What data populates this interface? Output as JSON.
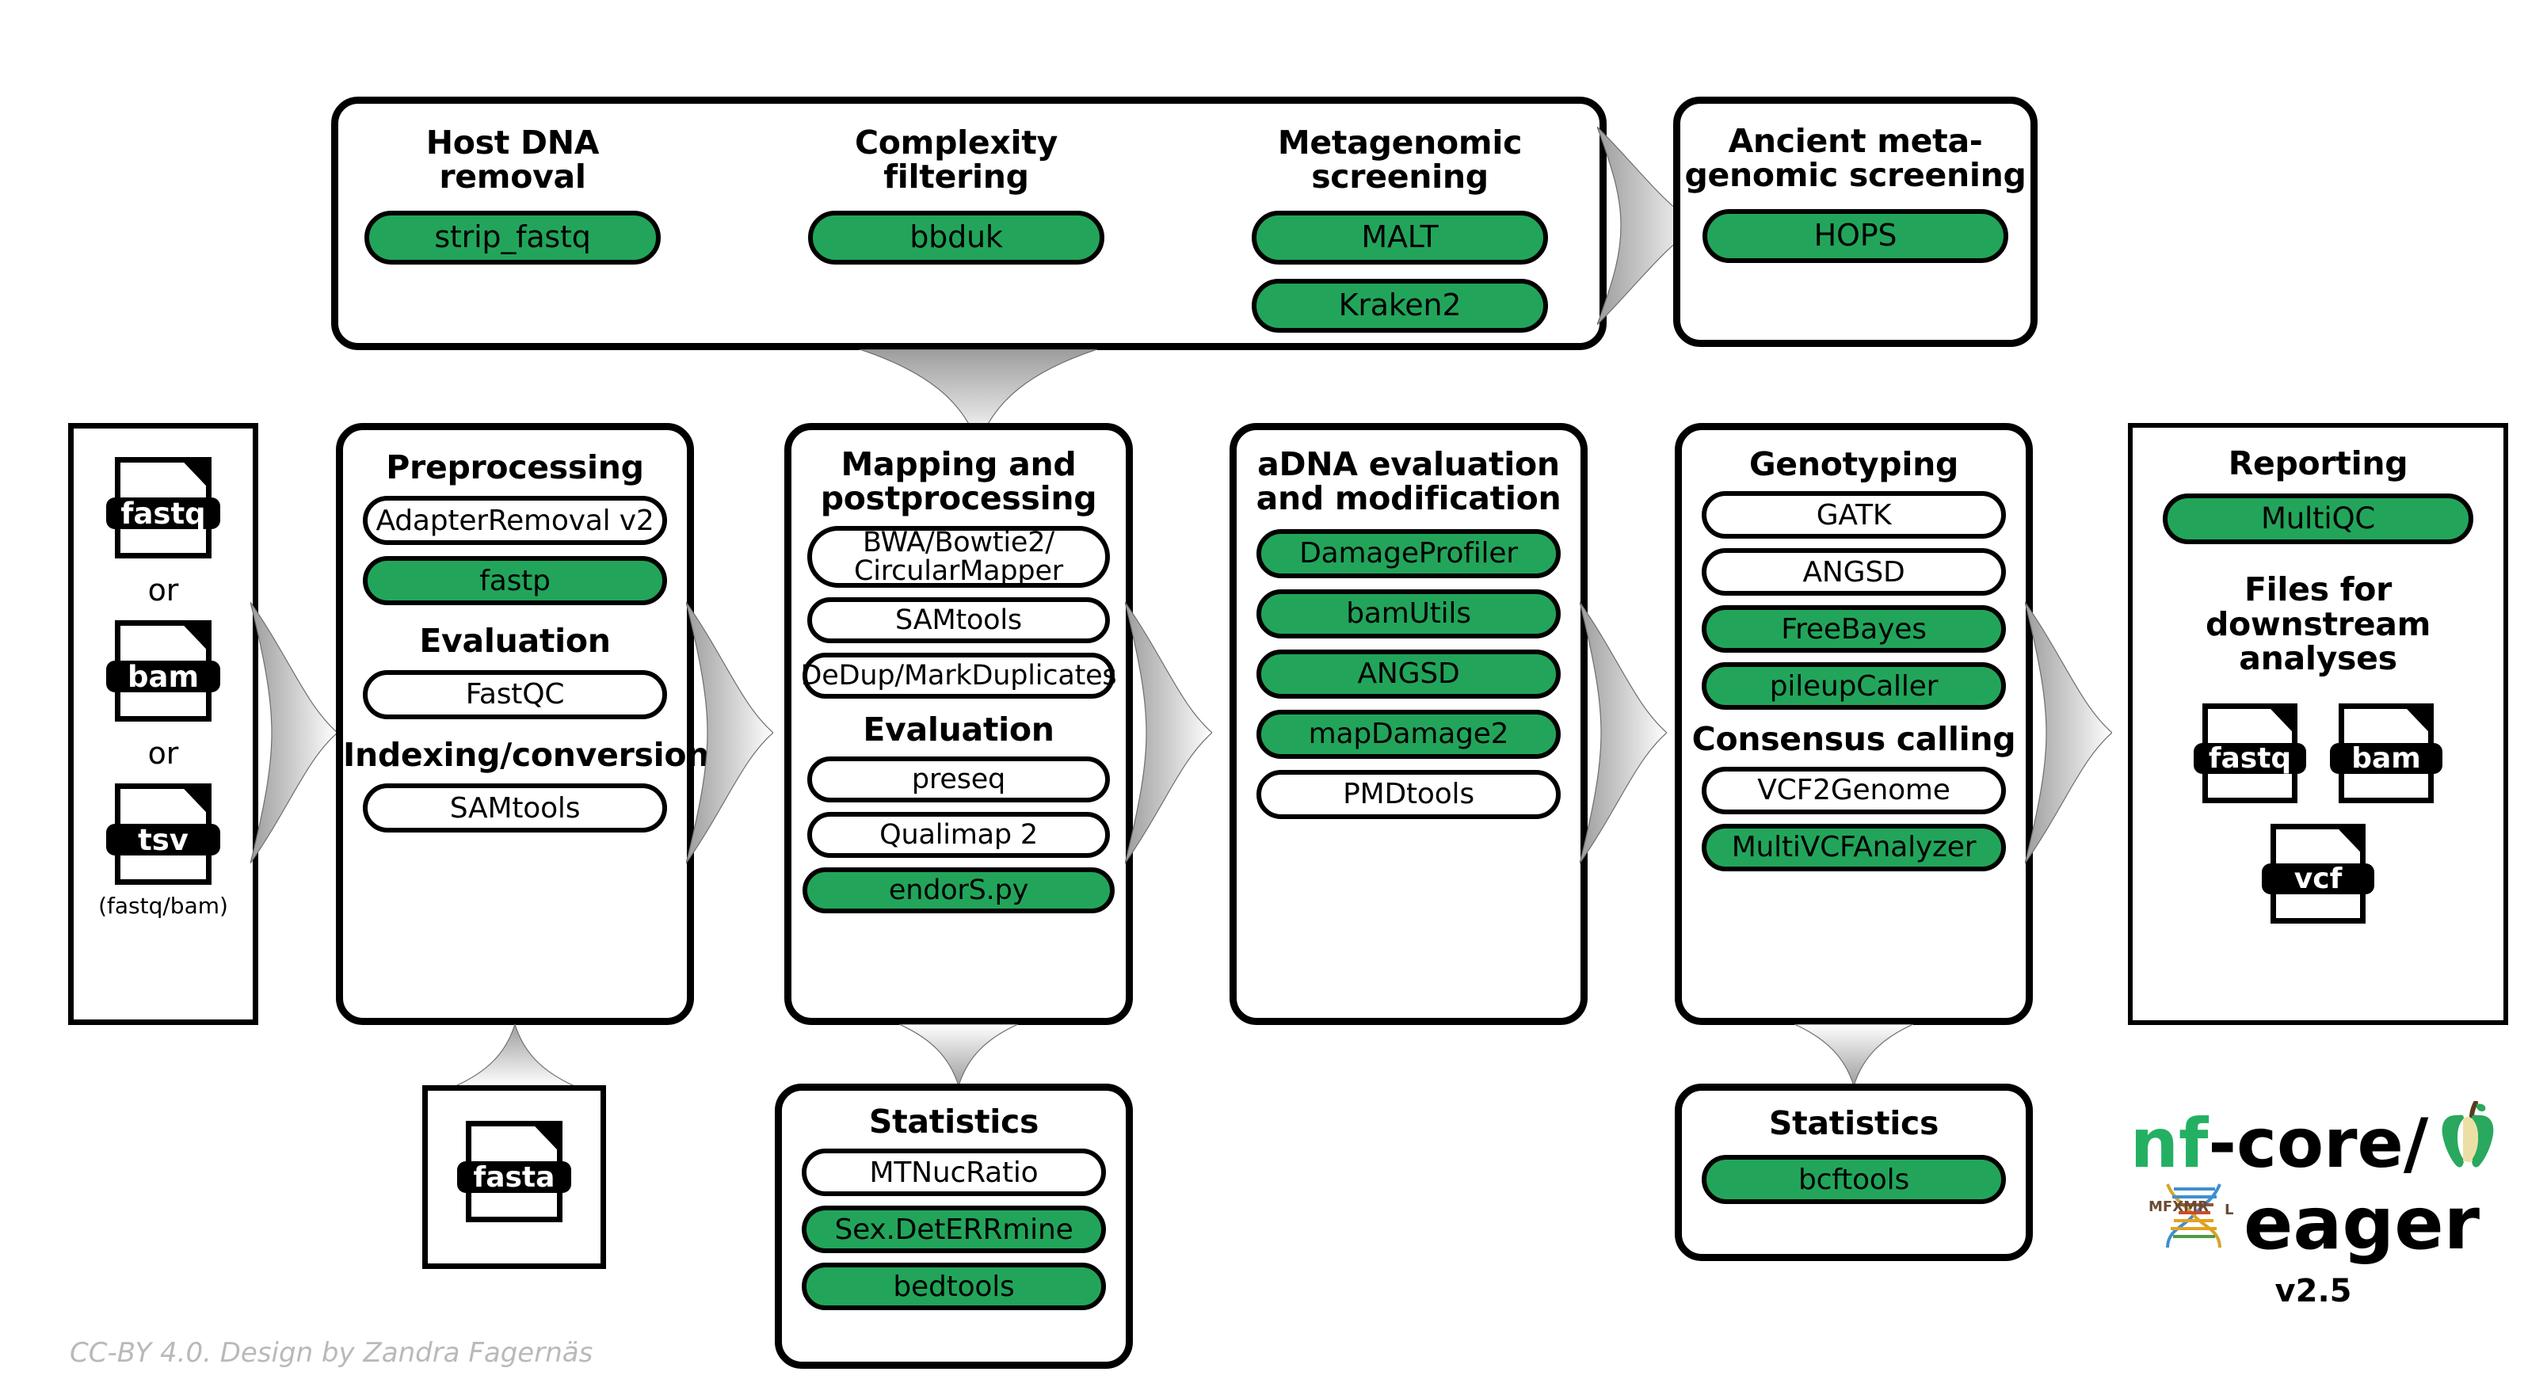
{
  "colors": {
    "green": "#22a55a",
    "black": "#000000",
    "white": "#ffffff",
    "credit_gray": "#b9b9b9",
    "logo_green": "#24b063"
  },
  "screening_panel": {
    "sections": [
      {
        "title": "Host DNA\nremoval",
        "tools": [
          {
            "label": "strip_fastq",
            "green": true
          }
        ]
      },
      {
        "title": "Complexity\nfiltering",
        "tools": [
          {
            "label": "bbduk",
            "green": true
          }
        ]
      },
      {
        "title": "Metagenomic\nscreening",
        "tools": [
          {
            "label": "MALT",
            "green": true
          },
          {
            "label": "Kraken2",
            "green": true
          }
        ]
      }
    ]
  },
  "ancient_panel": {
    "title": "Ancient meta-\ngenomic screening",
    "tools": [
      {
        "label": "HOPS",
        "green": true
      }
    ]
  },
  "inputs_panel": {
    "files": [
      {
        "ext": "fastq"
      },
      {
        "ext": "bam"
      },
      {
        "ext": "tsv"
      }
    ],
    "or_label_1": "or",
    "or_label_2": "or",
    "tsv_note": "(fastq/bam)"
  },
  "preprocessing_panel": {
    "title": "Preprocessing",
    "tools": [
      {
        "label": "AdapterRemoval v2",
        "green": false
      },
      {
        "label": "fastp",
        "green": true
      }
    ],
    "sub1_title": "Evaluation",
    "sub1_tools": [
      {
        "label": "FastQC",
        "green": false
      }
    ],
    "sub2_title": "Indexing/conversion",
    "sub2_tools": [
      {
        "label": "SAMtools",
        "green": false
      }
    ]
  },
  "fasta_panel": {
    "files": [
      {
        "ext": "fasta"
      }
    ]
  },
  "mapping_panel": {
    "title": "Mapping and\npostprocessing",
    "tools": [
      {
        "label": "BWA/Bowtie2/\nCircularMapper",
        "green": false
      },
      {
        "label": "SAMtools",
        "green": false
      },
      {
        "label": "DeDup/MarkDuplicates",
        "green": false
      }
    ],
    "sub1_title": "Evaluation",
    "sub1_tools": [
      {
        "label": "preseq",
        "green": false
      },
      {
        "label": "Qualimap 2",
        "green": false
      },
      {
        "label": "endorS.py",
        "green": true
      }
    ]
  },
  "statistics_panel_1": {
    "title": "Statistics",
    "tools": [
      {
        "label": "MTNucRatio",
        "green": false
      },
      {
        "label": "Sex.DetERRmine",
        "green": true
      },
      {
        "label": "bedtools",
        "green": true
      }
    ]
  },
  "adna_panel": {
    "title": "aDNA evaluation\nand modification",
    "tools": [
      {
        "label": "DamageProfiler",
        "green": true
      },
      {
        "label": "bamUtils",
        "green": true
      },
      {
        "label": "ANGSD",
        "green": true
      },
      {
        "label": "mapDamage2",
        "green": true
      },
      {
        "label": "PMDtools",
        "green": false
      }
    ]
  },
  "genotyping_panel": {
    "title": "Genotyping",
    "tools": [
      {
        "label": "GATK",
        "green": false
      },
      {
        "label": "ANGSD",
        "green": false
      },
      {
        "label": "FreeBayes",
        "green": true
      },
      {
        "label": "pileupCaller",
        "green": true
      }
    ],
    "sub1_title": "Consensus calling",
    "sub1_tools": [
      {
        "label": "VCF2Genome",
        "green": false
      },
      {
        "label": "MultiVCFAnalyzer",
        "green": true
      }
    ]
  },
  "statistics_panel_2": {
    "title": "Statistics",
    "tools": [
      {
        "label": "bcftools",
        "green": true
      }
    ]
  },
  "reporting_panel": {
    "title": "Reporting",
    "tools": [
      {
        "label": "MultiQC",
        "green": true
      }
    ],
    "downstream_title": "Files for downstream\nanalyses",
    "files": [
      {
        "ext": "fastq"
      },
      {
        "ext": "bam"
      },
      {
        "ext": "vcf"
      }
    ]
  },
  "logo": {
    "line1_nf": "nf",
    "line1_rest": "-core/",
    "line2": "eager",
    "version": "v2.5"
  },
  "credit": "CC-BY 4.0. Design by Zandra Fagernäs"
}
